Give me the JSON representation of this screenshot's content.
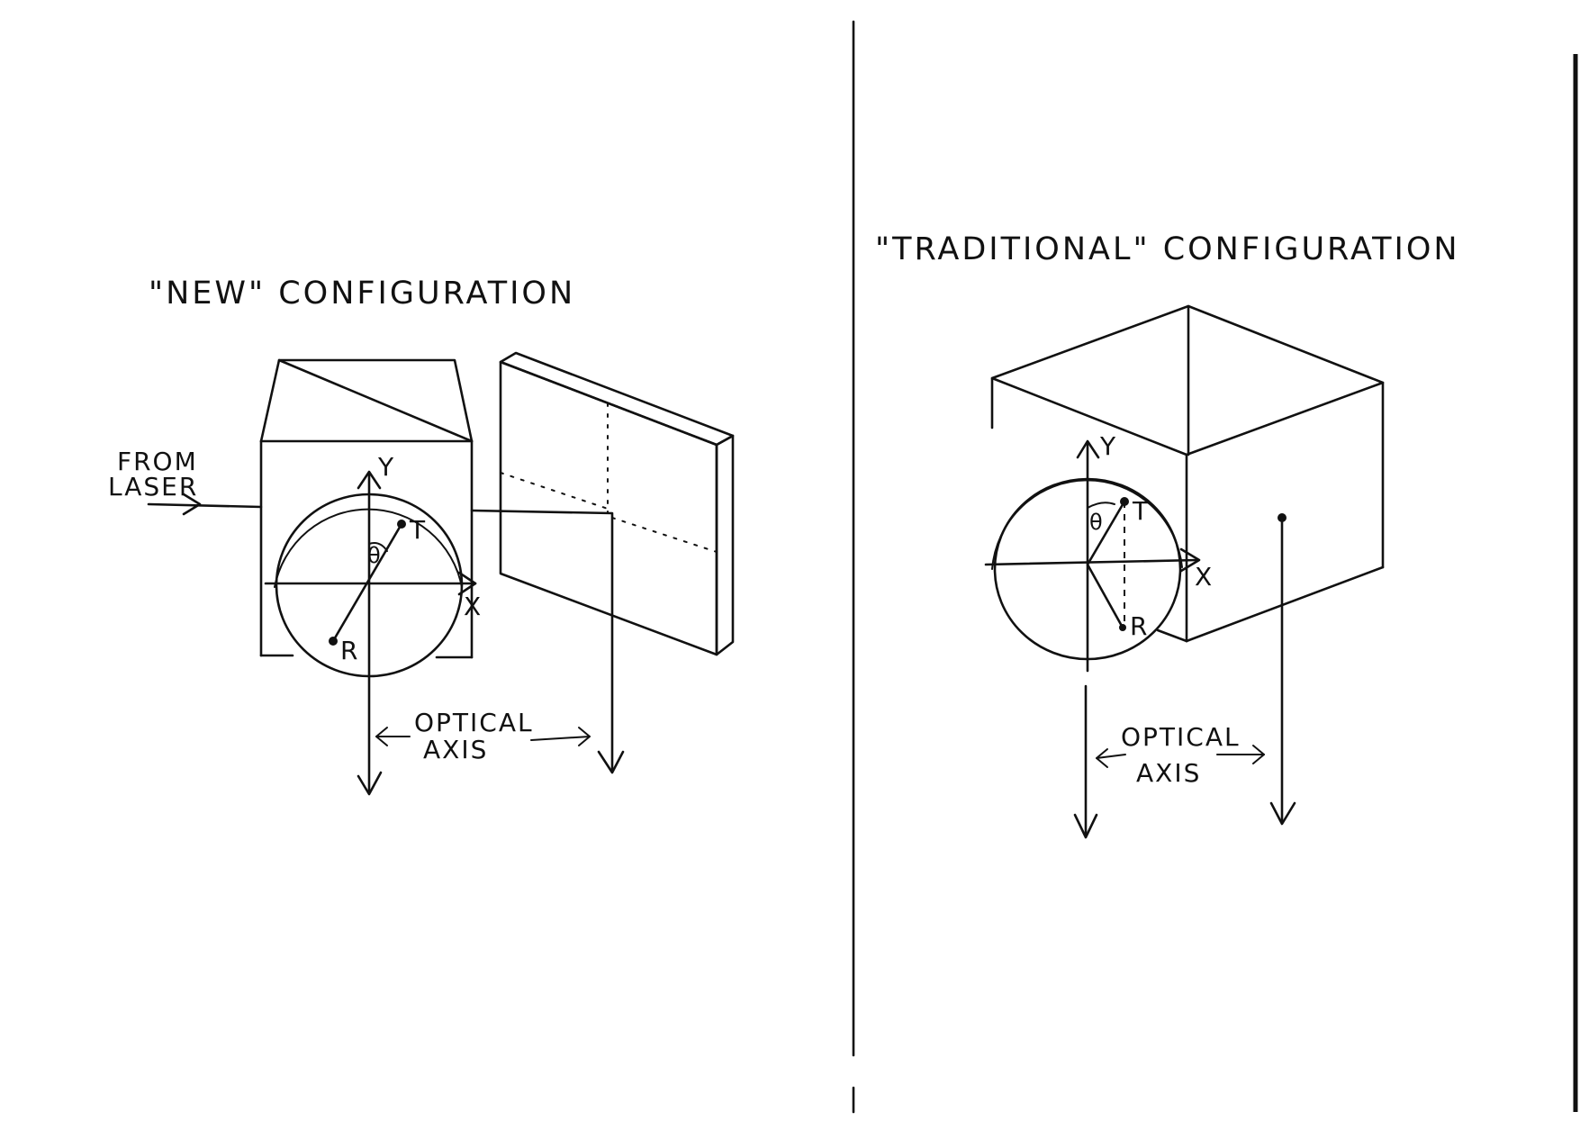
{
  "left": {
    "title": "\"NEW\" CONFIGURATION",
    "from_line1": "FROM",
    "from_line2": "LASER",
    "y_axis": "Y",
    "x_axis": "X",
    "theta": "θ",
    "point_t": "T",
    "point_r": "R",
    "optical_line1": "OPTICAL",
    "optical_line2": "AXIS"
  },
  "right": {
    "title": "\"TRADITIONAL\" CONFIGURATION",
    "y_axis": "Y",
    "x_axis": "X",
    "theta": "θ",
    "point_t": "T",
    "point_r": "R",
    "optical_line1": "OPTICAL",
    "optical_line2": "AXIS"
  }
}
